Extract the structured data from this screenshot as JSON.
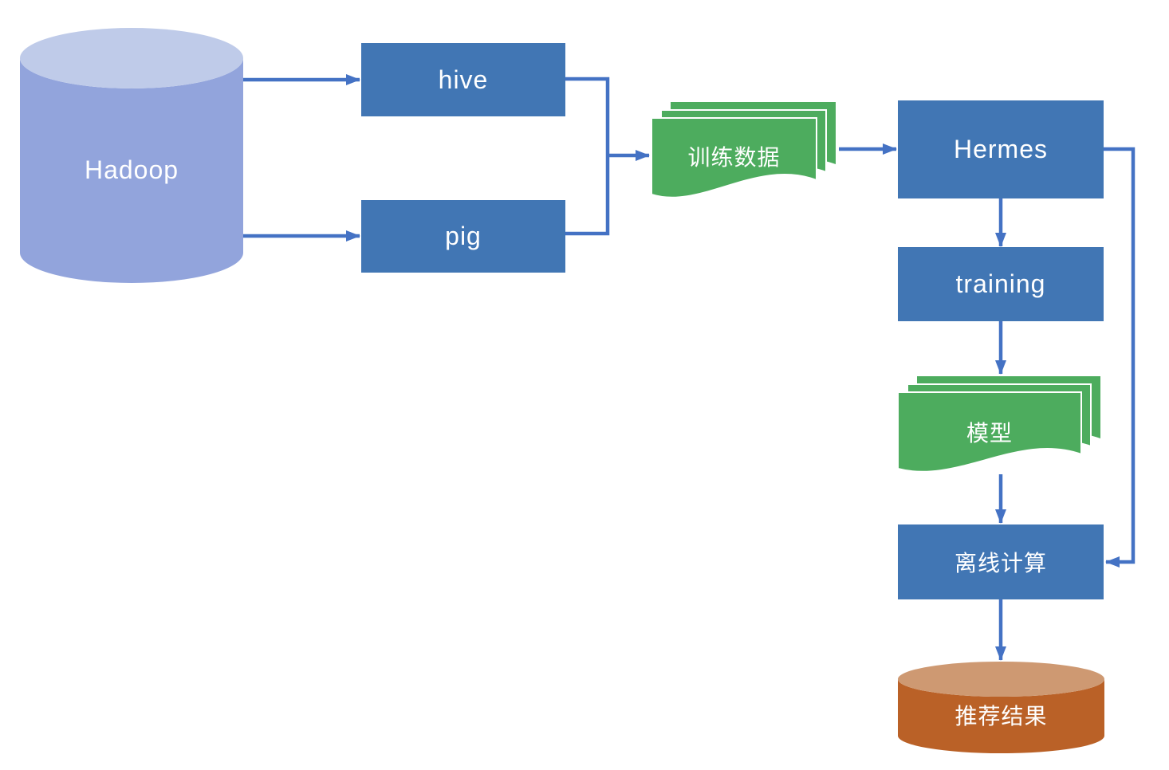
{
  "diagram": {
    "type": "flowchart",
    "background": "#ffffff",
    "nodes": {
      "hadoop": {
        "label": "Hadoop",
        "shape": "cylinder",
        "fill": "#92A4DC",
        "top_fill": "#BFCBE9",
        "text_color": "#ffffff"
      },
      "hive": {
        "label": "hive",
        "shape": "rectangle",
        "fill": "#4176B4",
        "text_color": "#ffffff"
      },
      "pig": {
        "label": "pig",
        "shape": "rectangle",
        "fill": "#4176B4",
        "text_color": "#ffffff"
      },
      "training_data": {
        "label": "训练数据",
        "shape": "multi-document",
        "fill": "#4DAC5E",
        "text_color": "#ffffff"
      },
      "hermes": {
        "label": "Hermes",
        "shape": "rectangle",
        "fill": "#4176B4",
        "text_color": "#ffffff"
      },
      "training": {
        "label": "training",
        "shape": "rectangle",
        "fill": "#4176B4",
        "text_color": "#ffffff"
      },
      "model": {
        "label": "模型",
        "shape": "multi-document",
        "fill": "#4DAC5E",
        "text_color": "#ffffff"
      },
      "offline_compute": {
        "label": "离线计算",
        "shape": "rectangle",
        "fill": "#4176B4",
        "text_color": "#ffffff"
      },
      "recommended_result": {
        "label": "推荐结果",
        "shape": "cylinder",
        "fill": "#BA6127",
        "top_fill": "#CE9972",
        "text_color": "#ffffff"
      }
    },
    "edges": [
      {
        "from": "hadoop",
        "to": "hive"
      },
      {
        "from": "hadoop",
        "to": "pig"
      },
      {
        "from": "hive",
        "to": "training_data"
      },
      {
        "from": "pig",
        "to": "training_data"
      },
      {
        "from": "training_data",
        "to": "hermes"
      },
      {
        "from": "hermes",
        "to": "training"
      },
      {
        "from": "training",
        "to": "model"
      },
      {
        "from": "model",
        "to": "offline_compute"
      },
      {
        "from": "hermes",
        "to": "offline_compute",
        "route": "right-side loop"
      },
      {
        "from": "offline_compute",
        "to": "recommended_result"
      }
    ],
    "colors": {
      "connector": "#4472C4",
      "node_blue": "#4176B4",
      "node_green": "#4DAC5E",
      "cylinder_blue_body": "#92A4DC",
      "cylinder_blue_top": "#BFCBE9",
      "cylinder_orange_body": "#BA6127",
      "cylinder_orange_top": "#CE9972",
      "text": "#ffffff"
    }
  }
}
